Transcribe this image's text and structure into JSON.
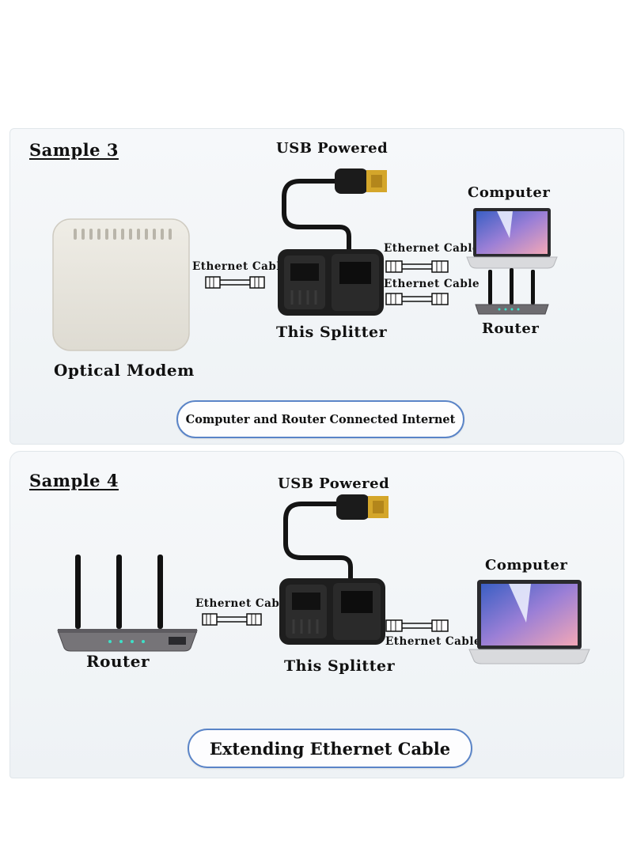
{
  "sample3": {
    "title": "Sample 3",
    "usb_label": "USB Powered",
    "computer_label": "Computer",
    "router_label": "Router",
    "modem_label": "Optical Modem",
    "cable_left_label": "Ethernet Cable",
    "cable_right_top_label": "Ethernet Cable",
    "cable_right_bottom_label": "Ethernet Cable",
    "splitter_label": "This Splitter",
    "caption": "Computer and Router Connected Internet"
  },
  "sample4": {
    "title": "Sample 4",
    "usb_label": "USB Powered",
    "router_label": "Router",
    "computer_label": "Computer",
    "cable_left_label": "Ethernet Cable",
    "cable_right_label": "Ethernet Cable",
    "splitter_label": "This Splitter",
    "caption": "Extending Ethernet Cable"
  },
  "colors": {
    "panel_bg": "#f2f5f8",
    "pill_border": "#5a84c7",
    "splitter": "#1a1a1a",
    "usb_gold": "#d4a62a"
  }
}
